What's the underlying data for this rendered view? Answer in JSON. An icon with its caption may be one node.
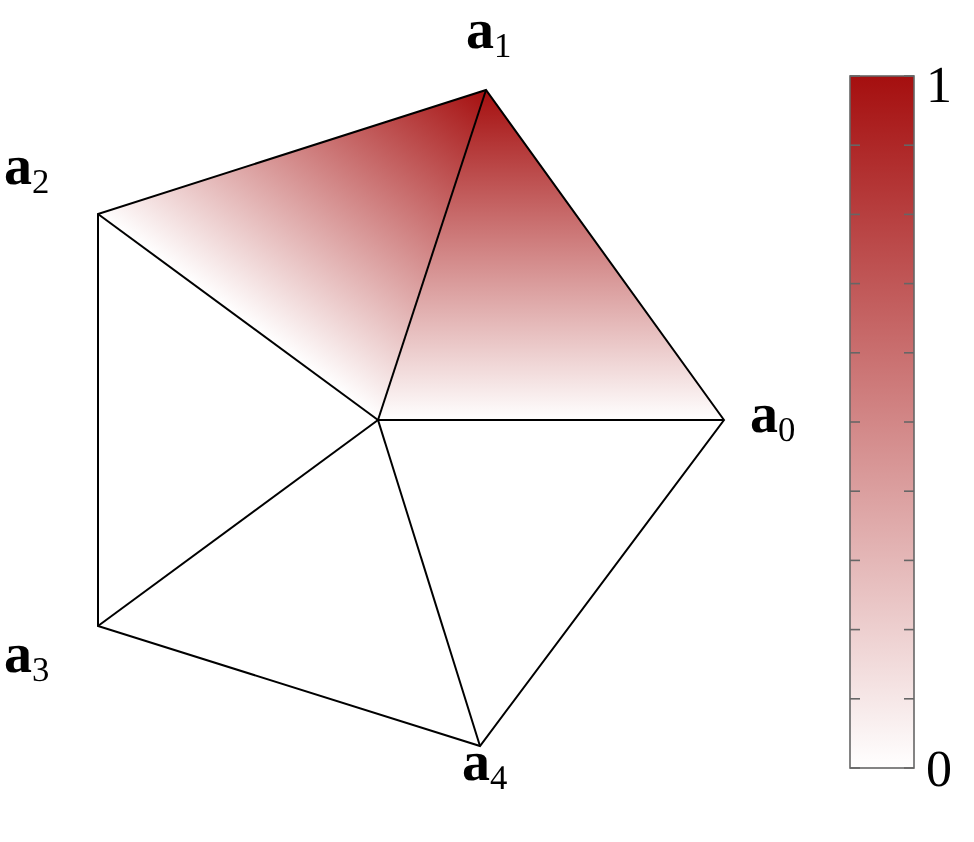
{
  "diagram": {
    "labels": [
      "**a**$_{1}$",
      "**a**$_{2}$",
      "**a**$_{0}$",
      "**a**$_{3}$",
      "**a**$_{4}$",
      "1",
      "0"
    ]
  }
}
